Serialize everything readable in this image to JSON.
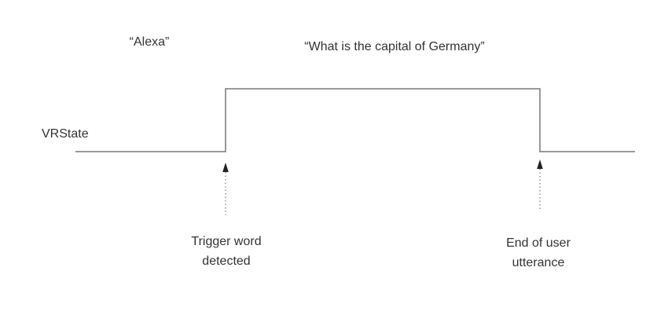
{
  "diagram": {
    "speech": {
      "trigger_word": "“Alexa”",
      "utterance": "“What is the capital of Germany”"
    },
    "signal": {
      "label": "VRState"
    },
    "annotations": {
      "trigger": {
        "line1": "Trigger word",
        "line2": "detected"
      },
      "end_of_utterance": {
        "line1": "End of user",
        "line2": "utterance"
      }
    },
    "colors": {
      "background": "#ffffff",
      "text": "#333333",
      "waveform": "#8c8c8c",
      "arrow_stem": "#9a9a9a",
      "arrow_head": "#222222"
    }
  }
}
